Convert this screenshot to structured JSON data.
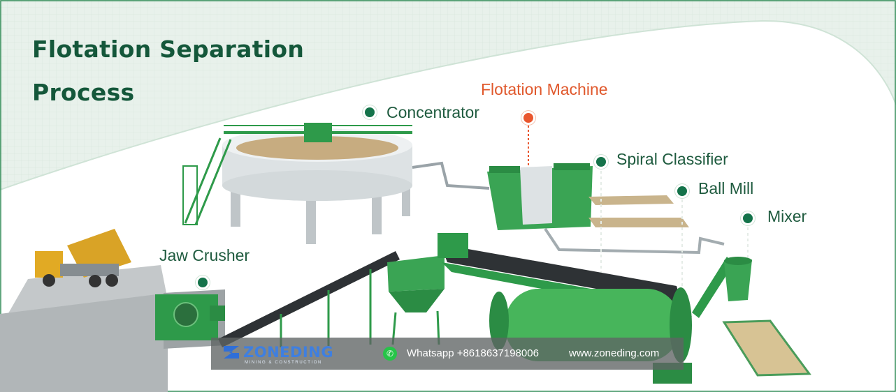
{
  "title": {
    "line1": "Flotation Separation",
    "line2": "Process"
  },
  "equipment": {
    "concentrator": "Concentrator",
    "flotation_machine": "Flotation Machine",
    "spiral_classifier": "Spiral Classifier",
    "ball_mill": "Ball Mill",
    "mixer": "Mixer",
    "jaw_crusher": "Jaw Crusher"
  },
  "contact": {
    "brand": "ZONEDING",
    "brand_sub": "MINING & CONSTRUCTION",
    "whatsapp": "Whatsapp +8618637198006",
    "website": "www.zoneding.com"
  },
  "colors": {
    "title": "#14573a",
    "label": "#1f5b3f",
    "highlight": "#e0582c",
    "equipment_green": "#2e9a4a",
    "brand_blue": "#3f7fe0"
  }
}
